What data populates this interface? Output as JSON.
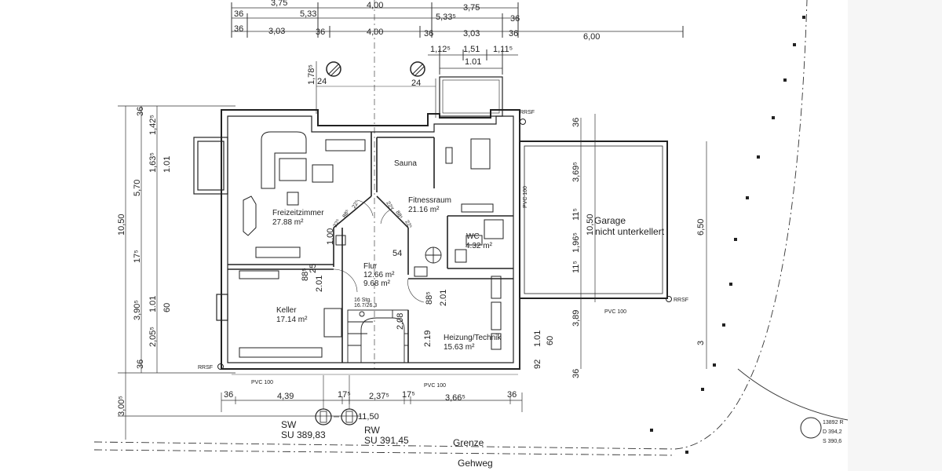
{
  "dims_top": {
    "row1": [
      "3,75",
      "4,00",
      "3,75"
    ],
    "row2": [
      "36",
      "5,33",
      "5,33⁵",
      "36"
    ],
    "row3": [
      "36",
      "3,03",
      "36",
      "4,00",
      "36",
      "3,03",
      "36",
      "6,00"
    ],
    "row4": [
      "1,12⁵",
      "1,51",
      "1,11⁵"
    ],
    "row5": [
      "1.01"
    ]
  },
  "dims_left": {
    "outer": [
      "10,50",
      "3,00⁵"
    ],
    "mid": [
      "5,70",
      "17⁵",
      "3,90⁵"
    ],
    "inner": [
      "36",
      "1,42⁵",
      "1,63⁵",
      "1.01",
      "60",
      "1.01",
      "2,05⁵",
      "36"
    ]
  },
  "dims_bottom": [
    "36",
    "4,39",
    "17⁵",
    "2,37⁵",
    "17⁵",
    "3,66⁵",
    "36",
    "11,50"
  ],
  "columns": {
    "size_label": "1,78⁵",
    "left_label": "24",
    "right_label": "24"
  },
  "rooms": [
    {
      "name": "Freizeitzimmer",
      "area": "27.88 m²"
    },
    {
      "name": "Sauna",
      "area": ""
    },
    {
      "name": "Fitnessraum",
      "area": "21.16 m²"
    },
    {
      "name": "WC",
      "area": "4.32 m²"
    },
    {
      "name": "Flur",
      "area": "12.66 m²",
      "area2": "9.68 m²"
    },
    {
      "name": "Keller",
      "area": "17.14 m²"
    },
    {
      "name": "Heizung/Technik",
      "area": "15.63 m²"
    }
  ],
  "garage": {
    "line1": "Garage",
    "line2": "nicht unterkellert",
    "dim_length": "10,50",
    "dim_width": "6,50"
  },
  "garage_dims": [
    "36",
    "3,69⁵",
    "11⁵",
    "1,96⁵",
    "11⁵",
    "3,89",
    "36",
    "3"
  ],
  "interior_dims": {
    "diag_left": [
      "22⁵",
      "88⁵",
      "22⁵"
    ],
    "diag_right": [
      "22⁵",
      "88⁵",
      "22⁵"
    ],
    "door_left": [
      "1.00",
      "88⁵",
      "25",
      "2.01"
    ],
    "door_right": [
      "88⁵",
      "2.01"
    ],
    "stair": [
      "16 Stg.",
      "16.7/26.3"
    ],
    "misc": [
      "54",
      "2.08",
      "2.19",
      "92",
      "1.01",
      "60"
    ]
  },
  "labels": {
    "rrsf": "RRSF",
    "pvc": "PVC 100",
    "sw_title": "SW",
    "sw_level": "SU 389,83",
    "rw_title": "RW",
    "rw_level": "SU 391,45",
    "grenze": "Grenze",
    "gehweg": "Gehweg"
  },
  "corner_note": [
    "13892 R",
    "D 394,2",
    "S 390,6"
  ]
}
